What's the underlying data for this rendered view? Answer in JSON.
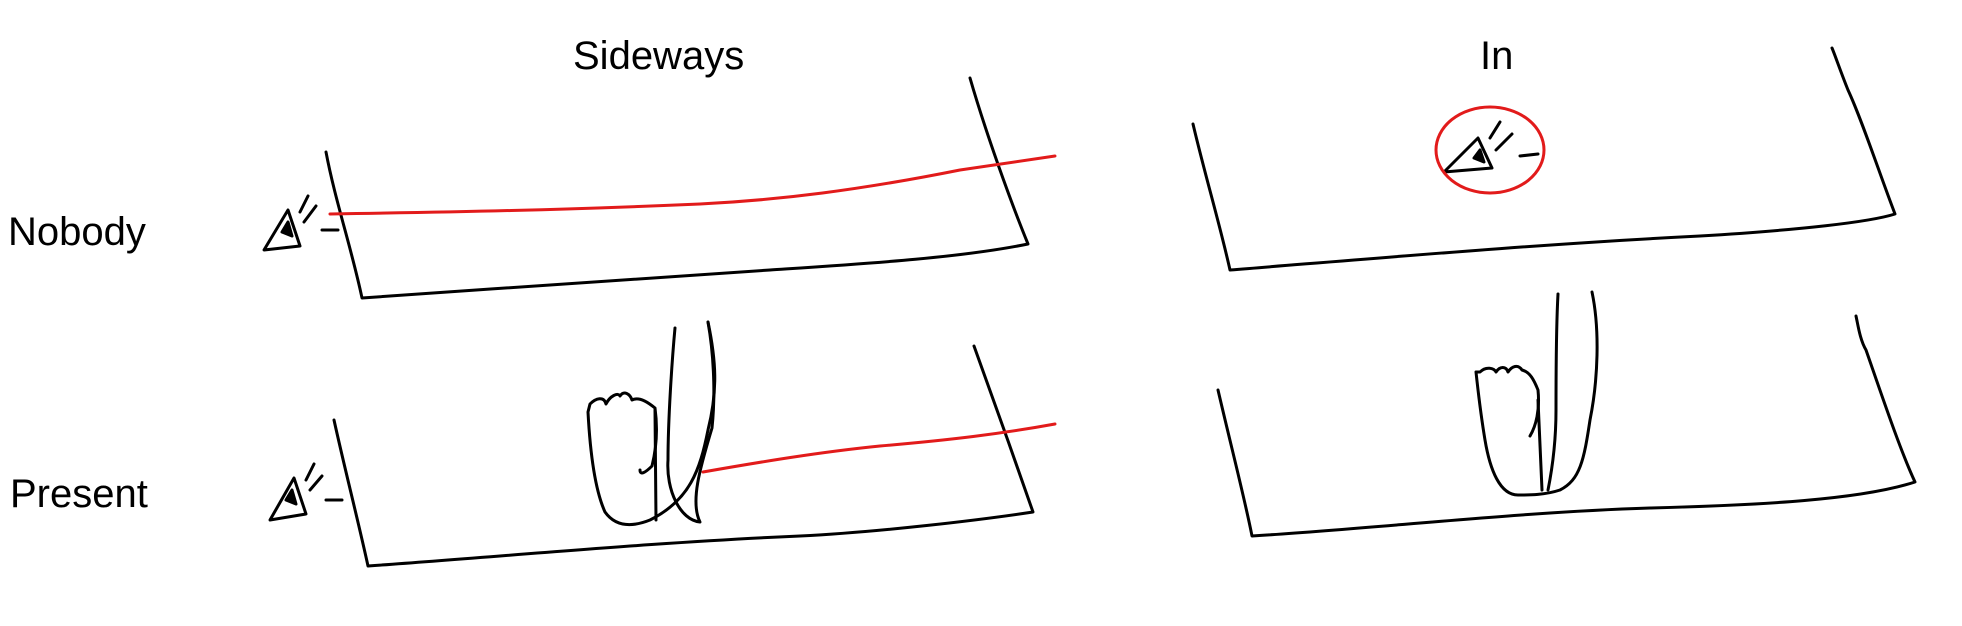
{
  "columns": {
    "sideways": "Sideways",
    "in": "In"
  },
  "rows": {
    "nobody": "Nobody",
    "present": "Present"
  },
  "colors": {
    "ink": "#000000",
    "highlight": "#e21b1b",
    "background": "#ffffff"
  }
}
